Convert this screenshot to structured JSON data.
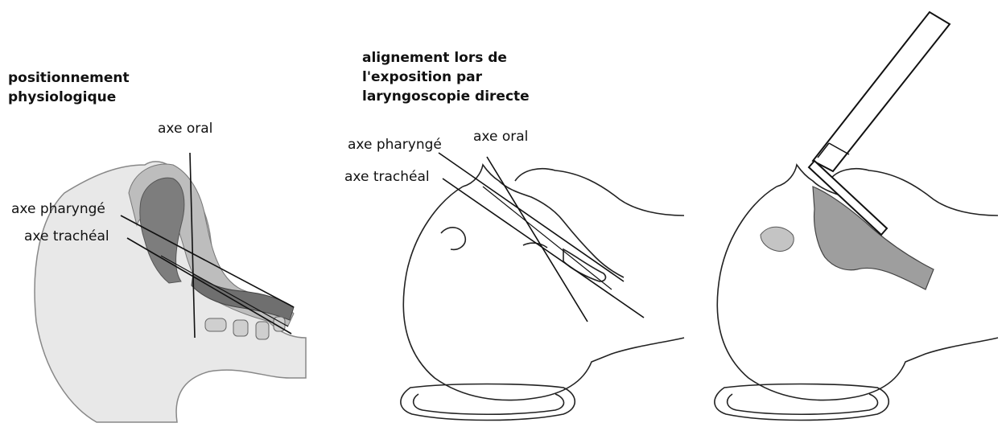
{
  "panel_left": {
    "title_lines": [
      "positionnement",
      "physiologique"
    ],
    "labels": {
      "oral": "axe oral",
      "pharyngeal": "axe pharyngé",
      "tracheal": "axe trachéal"
    }
  },
  "panel_middle": {
    "title_lines": [
      "alignement lors de",
      "l'exposition par",
      "laryngoscopie directe"
    ],
    "labels": {
      "pharyngeal": "axe pharyngé",
      "oral": "axe oral",
      "tracheal": "axe trachéal"
    }
  },
  "panel_right": {},
  "colors": {
    "line": "#111111",
    "tissue_dark": "#7a7a7a",
    "tissue_mid": "#bdbdbd",
    "tissue_light": "#e2e2e2",
    "airway_fill": "#9a9a9a"
  }
}
